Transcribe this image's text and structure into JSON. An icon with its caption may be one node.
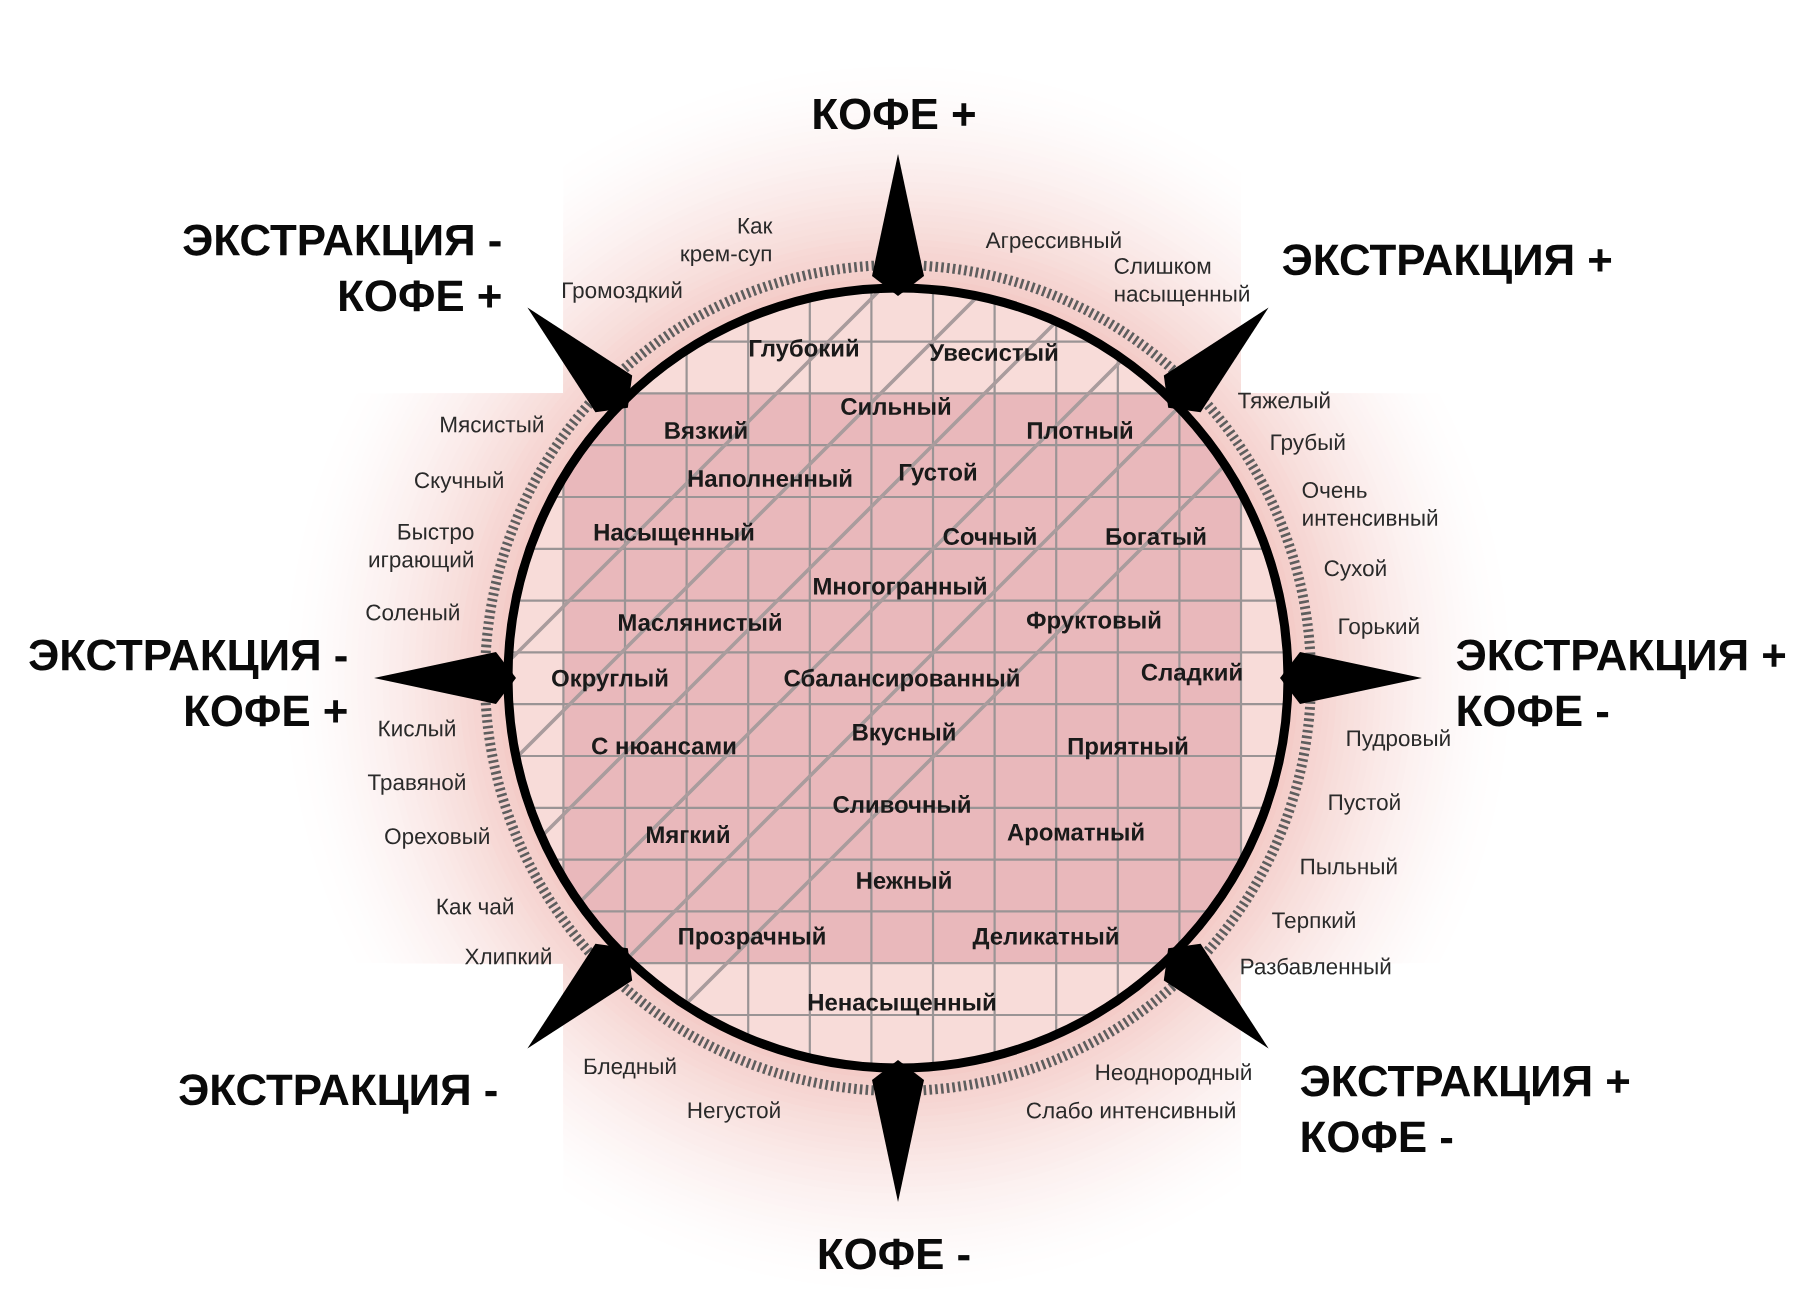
{
  "diagram": {
    "labels": [
      "КОФЕ +",
      "ЭКСТРАКЦИЯ - КОФЕ +",
      "Громоздкий",
      "Как крем-суп",
      "Агрессивный",
      "Слишком насыщенный",
      "ЭКСТРАКЦИЯ +",
      "Глубокий",
      "Увесистый",
      "Мясистый",
      "Вязкий",
      "Сильный",
      "Плотный",
      "Тяжелый",
      "Грубый",
      "Скучный",
      "Наполненный",
      "Густой",
      "Очень интенсивный",
      "Быстро играющий",
      "Насыщенный",
      "Сочный",
      "Богатый",
      "Сухой",
      "Многогранный",
      "Соленый",
      "Маслянистый",
      "Фруктовый",
      "Горький",
      "ЭКСТРАКЦИЯ - КОФЕ +",
      "Округлый",
      "Сбалансированный",
      "Сладкий",
      "ЭКСТРАКЦИЯ + КОФЕ -",
      "Кислый",
      "С нюансами",
      "Вкусный",
      "Приятный",
      "Пудровый",
      "Травяной",
      "Сливочный",
      "Пустой",
      "Ореховый",
      "Мягкий",
      "Ароматный",
      "Пыльный",
      "Нежный",
      "Как чай",
      "Хлипкий",
      "Прозрачный",
      "Деликатный",
      "Терпкий",
      "Разбавленный",
      "Ненасыщенный",
      "ЭКСТРАКЦИЯ -",
      "Бледный",
      "Негустой",
      "Слабо интенсивный",
      "Неоднородный",
      "ЭКСТРАКЦИЯ + КОФЕ -",
      "КОФЕ -"
    ]
  }
}
